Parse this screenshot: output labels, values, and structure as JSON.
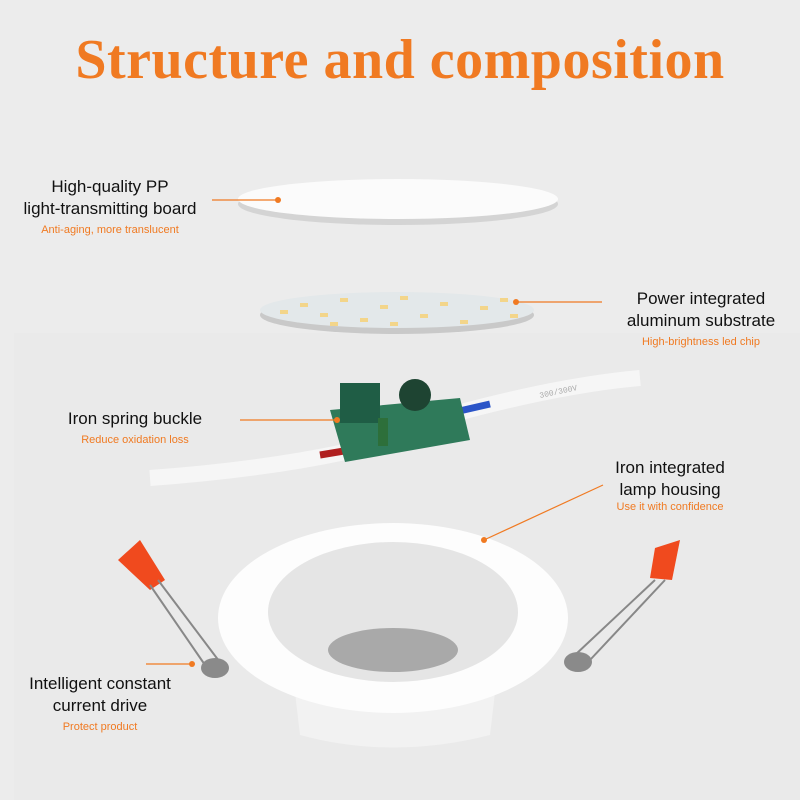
{
  "title": "Structure and composition",
  "accent_color": "#f07a22",
  "labels": [
    {
      "main": "High-quality PP light-transmitting board",
      "line1": "High-quality PP",
      "line2": "light-transmitting board",
      "sub": "Anti-aging, more translucent"
    },
    {
      "main": "Power integrated aluminum substrate",
      "line1": "Power integrated",
      "line2": "aluminum substrate",
      "sub": "High-brightness led chip"
    },
    {
      "main": "Iron spring buckle",
      "line1": "Iron spring buckle",
      "sub": "Reduce oxidation loss"
    },
    {
      "main": "Iron integrated lamp housing",
      "line1": "Iron integrated",
      "line2": "lamp housing",
      "sub": "Use it with confidence"
    },
    {
      "main": "Intelligent constant current drive",
      "line1": "Intelligent constant",
      "line2": "current drive",
      "sub": "Protect  product"
    }
  ]
}
